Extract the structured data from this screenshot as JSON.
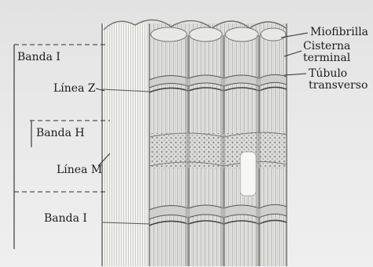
{
  "labels": {
    "banda_i_top": "Banda I",
    "linea_z": "Línea Z",
    "banda_h": "Banda H",
    "linea_m": "Línea M",
    "banda_i_bottom": "Banda I",
    "miofibrilla": "Miofibrilla",
    "cisterna": "Cisterna",
    "terminal": "terminal",
    "tubulo": "Túbulo",
    "transverso": "transverso"
  },
  "colors": {
    "background": "#e6e6e6",
    "ink": "#1c1c1c",
    "fiber_light": "#f4f4f2",
    "fiber_mid": "#c9c9c6",
    "fiber_dark": "#7a7a78"
  }
}
